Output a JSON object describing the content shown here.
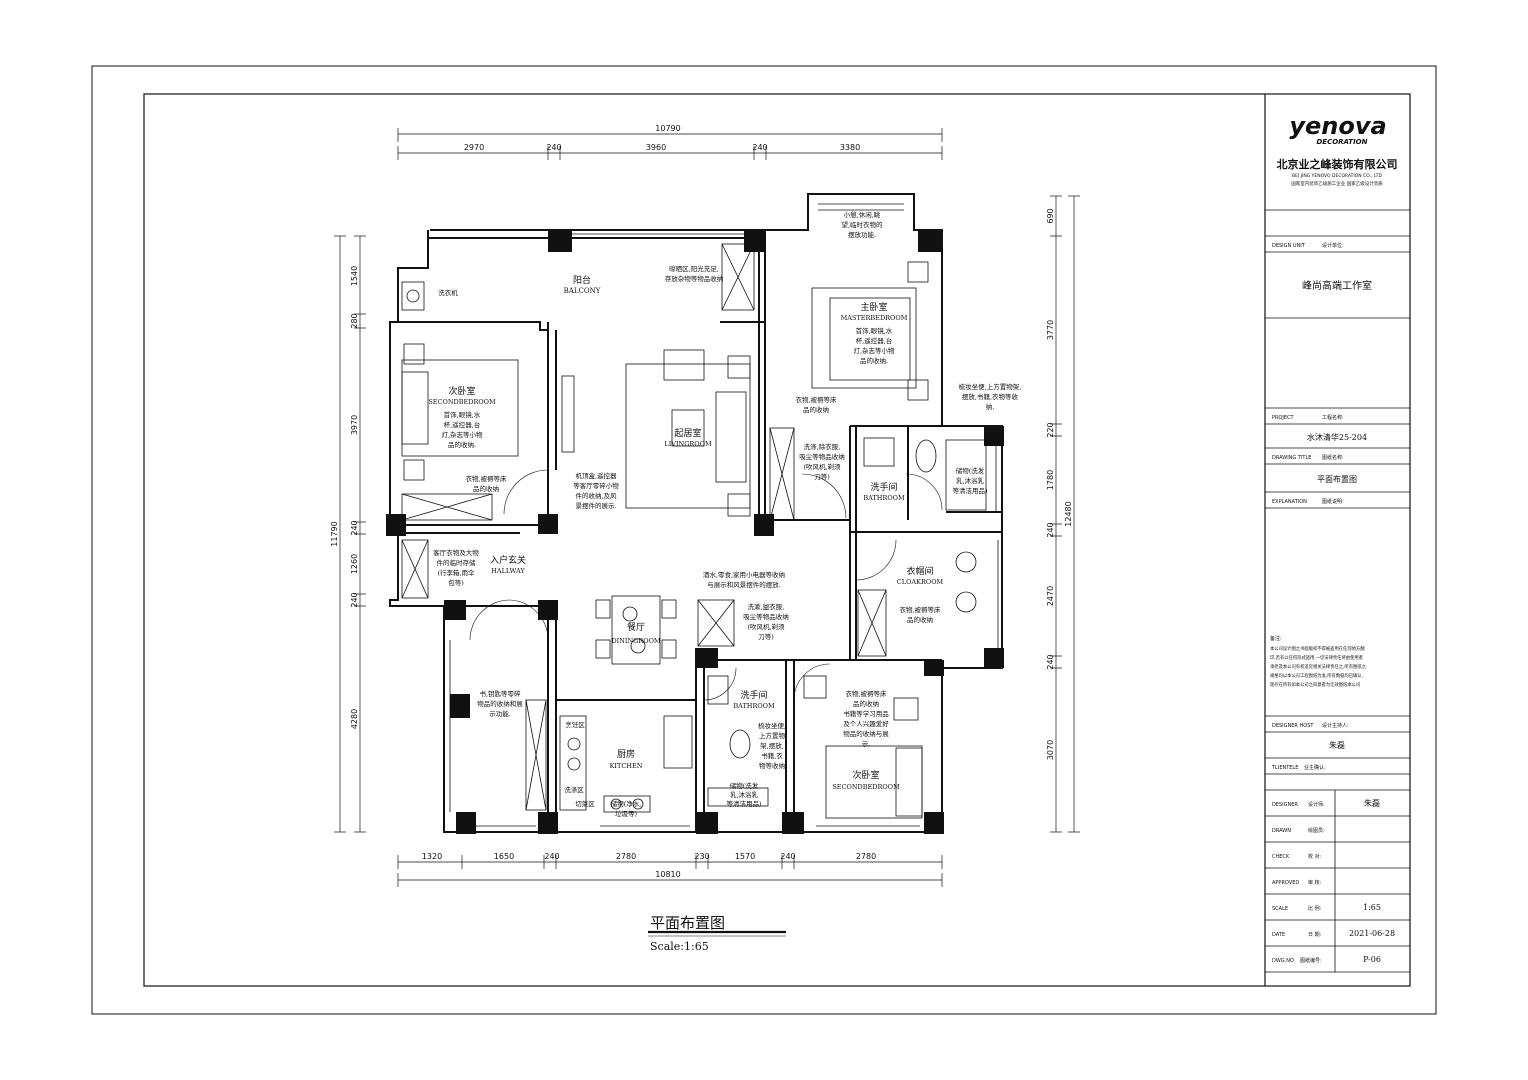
{
  "drawing": {
    "title": "平面布置图",
    "scale": "Scale:1:65"
  },
  "title_block": {
    "brand": "yenova",
    "brand_sub": "DECORATION",
    "company_cn": "北京业之峰装饰有限公司",
    "company_en": "BEI JING YENOVO DECORATION CO., LTD",
    "company_note": "国家室内装饰乙级施工企业  国家乙级设计资质",
    "design_unit_label": "DESIGN UNIT",
    "design_unit_label_cn": "设计单位:",
    "design_unit_value": "峰尚高端工作室",
    "project_label": "PROJECT",
    "project_label_cn": "工程名称:",
    "project_value": "水沐清华25-204",
    "drawing_title_label": "DRAWING TITLE",
    "drawing_title_label_cn": "图纸名称:",
    "drawing_title_value": "平面布置图",
    "explanation_label": "EXPLANATION",
    "explanation_label_cn": "图纸说明:",
    "remarks_title": "备注:",
    "remarks_lines": [
      "本公司设计图之书面版权不得被盗用在任何地方翻",
      "印,若有以任何形式盗用,一切法律责任将由使用者",
      "承担及本公司有权追究相关法律责任之,所有图纸之",
      "规格均以本公司工程图纸为准,所有数据均已确认,",
      "现存在所有如本公司之同意者为无效图纸本公司"
    ],
    "designer_host_label": "DESIGNER HOST",
    "designer_host_label_cn": "设计主持人:",
    "designer_host_value": "朱磊",
    "client_label": "TLIENTELE",
    "client_label_cn": "业主确认:",
    "designer_label": "DESIGNER",
    "designer_label_cn": "设计师:",
    "designer_value": "朱磊",
    "drawn_label": "DRAWN",
    "drawn_label_cn": "绘图员:",
    "check_label": "CHECK",
    "check_label_cn": "校 对:",
    "approved_label": "APPROVED",
    "approved_label_cn": "审 核:",
    "scale_label": "SCALE",
    "scale_label_cn": "比 例:",
    "scale_value": "1:65",
    "date_label": "DATE",
    "date_label_cn": "日 期:",
    "date_value": "2021-06-28",
    "dwg_label": "DWG.NO",
    "dwg_label_cn": "图纸编号:",
    "dwg_value": "P-06"
  },
  "dimensions": {
    "top_total": "10790",
    "top": [
      "2970",
      "240",
      "3960",
      "240",
      "3380"
    ],
    "bottom_total": "10810",
    "bottom": [
      "1320",
      "1650",
      "240",
      "2780",
      "230",
      "1570",
      "240",
      "2780"
    ],
    "left_total": "11790",
    "left": [
      "1540",
      "280",
      "3970",
      "240",
      "1260",
      "240",
      "4280"
    ],
    "right_total": "12480",
    "right": [
      "690",
      "3770",
      "220",
      "1780",
      "240",
      "2470",
      "240",
      "3070"
    ]
  },
  "rooms": {
    "balcony_cn": "阳台",
    "balcony_en": "BALCONY",
    "washer": "洗衣机",
    "balcony_note": [
      "晾晒区,阳光充足,",
      "存放杂物等物品收纳"
    ],
    "bay_note": [
      "小憩,休闲,眺",
      "望,临时衣物的",
      "摆放功能."
    ],
    "master_cn": "主卧室",
    "master_en": "MASTERBEDROOM",
    "master_note": [
      "首饰,眼镜,水",
      "杯,遥控器,台",
      "灯,杂志等小物",
      "品的收纳."
    ],
    "master_closet_note": [
      "梳妆坐便,上方置物架,",
      "摆放,书籍,衣物等收",
      "纳."
    ],
    "second1_cn": "次卧室",
    "second1_en": "SECONDBEDROOM",
    "second1_note": [
      "首饰,眼镜,水",
      "杯,遥控器,台",
      "灯,杂志等小物",
      "品的收纳."
    ],
    "second1_closet_note": [
      "衣物,被褥等床",
      "品的收纳"
    ],
    "living_cn": "起居室",
    "living_en": "LIVINGROOM",
    "tv_note": [
      "机顶盒,遥控器",
      "等客厅零碎小物",
      "件的收纳,及风",
      "景摆件的展示."
    ],
    "living_closet_note": [
      "衣物,被褥等床",
      "品的收纳"
    ],
    "wash_note": [
      "洗涤,除衣服,",
      "吸尘等物品收纳",
      "(吹风机,剃须",
      "刀等)"
    ],
    "bath1_cn": "洗手间",
    "bath1_en": "BATHROOM",
    "bath1_note": [
      "储物(洗发",
      "乳,沐浴乳",
      "等清洁用品)"
    ],
    "cloak_cn": "衣帽间",
    "cloak_en": "CLOAKROOM",
    "cloak_note": [
      "衣物,被褥等床",
      "品的收纳"
    ],
    "hall_cn": "入户玄关",
    "hall_en": "HALLWAY",
    "hall_note": [
      "客厅衣物及大物",
      "件的临时存储",
      "(行李箱,雨伞",
      "包等)"
    ],
    "dining_note": [
      "酒水,零食,家用小电器等收纳",
      "与展示和风景摆件的摆放."
    ],
    "dining_cn": "餐厅",
    "dining_en": "DININGROOM",
    "wash2_note": [
      "洗漱,盥衣服,",
      "吸尘等物品收纳",
      "(吹风机,剃须",
      "刀等)"
    ],
    "study_note": [
      "书,钥匙等零碎",
      "物品的收纳和展",
      "示功能."
    ],
    "kitchen_cn": "厨房",
    "kitchen_en": "KITCHEN",
    "cook_zone": "烹饪区",
    "wash_zone": "洗涤区",
    "prep_zone": "切菜区",
    "sink_note": [
      "储物(净水,",
      "垃圾等)"
    ],
    "bath2_cn": "洗手间",
    "bath2_en": "BATHROOM",
    "bath2_note": [
      "梳妆坐便,",
      "上方置物",
      "架,摆放,",
      "书籍,衣",
      "物等收纳"
    ],
    "bath2_store": [
      "储物(洗发",
      "乳,沐浴乳",
      "等清洁用品)"
    ],
    "second2_note": [
      "衣物,被褥等床",
      "品的收纳",
      "书籍等学习用品",
      "及个人兴趣爱好",
      "物品的收纳与展",
      "示."
    ],
    "second2_cn": "次卧室",
    "second2_en": "SECONDBEDROOM"
  }
}
